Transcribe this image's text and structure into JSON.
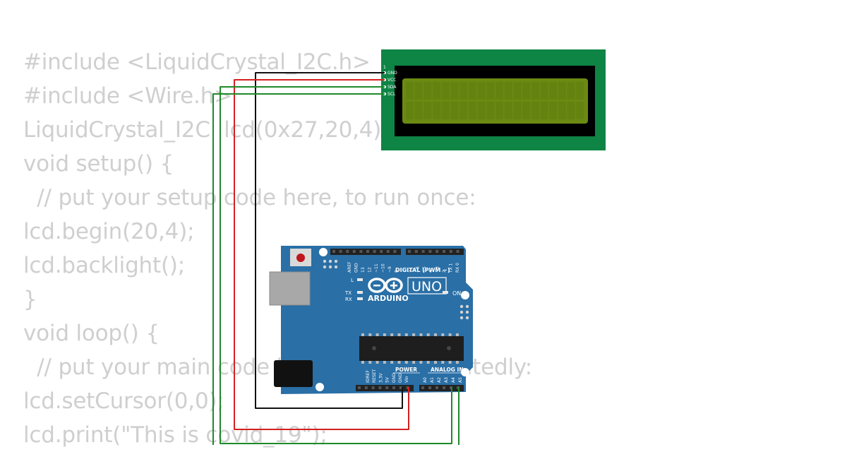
{
  "code_lines": [
    "#include <LiquidCrystal_I2C.h>",
    "#include <Wire.h>",
    "LiquidCrystal_I2C  lcd(0x27,20,4);",
    "void setup() {",
    "  // put your setup code here, to run once:",
    "lcd.begin(20,4);",
    "lcd.backlight();",
    "}",
    "void loop() {",
    "  // put your main code here, to run repeatedly:",
    "lcd.setCursor(0,0);",
    "lcd.print(\"This is covid_19\");"
  ],
  "lcd_module": {
    "pin_number": "1",
    "pins": [
      "GND",
      "VCC",
      "SDA",
      "SCL"
    ],
    "pcb_color": "#0e8445",
    "screen_color": "#6b8a12"
  },
  "arduino": {
    "brand": "ARDUINO",
    "model": "UNO",
    "digital_label": "DIGITAL (PWM ~)",
    "power_label": "POWER",
    "analog_label": "ANALOG IN",
    "on_label": "ON",
    "l_label": "L",
    "tx_label": "TX",
    "rx_label": "RX",
    "digital_pins": [
      "AREF",
      "GND",
      "13",
      "12",
      "~11",
      "~10",
      "~9",
      "8",
      "7",
      "~6",
      "~5",
      "4",
      "~3",
      "2",
      "TX 1",
      "RX 0"
    ],
    "power_pins": [
      "IOREF",
      "RESET",
      "3.3V",
      "5V",
      "GND",
      "GND",
      "Vin"
    ],
    "analog_pins": [
      "A0",
      "A1",
      "A2",
      "A3",
      "A4",
      "A5"
    ],
    "board_color": "#2a6fa6"
  },
  "wire_colors": {
    "gnd": "#111111",
    "vcc": "#d42020",
    "sda": "#1f8a2a",
    "scl": "#1f8a2a"
  }
}
